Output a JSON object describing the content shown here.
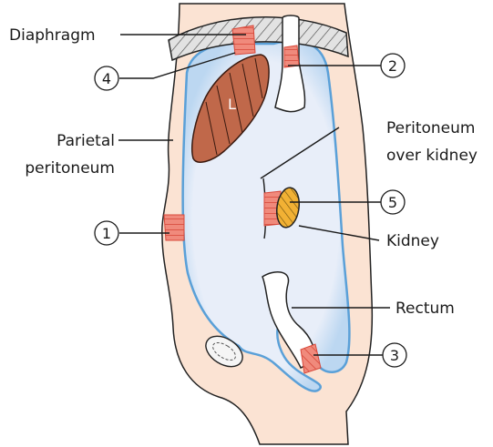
{
  "labels": {
    "diaphragm": "Diaphragm",
    "parietal_line1": "Parietal",
    "parietal_line2": "peritoneum",
    "over_kidney_line1": "Peritoneum",
    "over_kidney_line2": "over kidney",
    "kidney": "Kidney",
    "rectum": "Rectum",
    "liver": "L"
  },
  "markers": [
    "1",
    "2",
    "3",
    "4",
    "5"
  ],
  "colors": {
    "body_fill": "#fbe3d3",
    "cavity_fill": "#e9eef8",
    "peritoneum_edge": "#7fb6e3",
    "liver": "#c0684a",
    "red_band": "#e8685a",
    "kidney": "#f2b134",
    "diaphragm": "#cfcfcf"
  }
}
